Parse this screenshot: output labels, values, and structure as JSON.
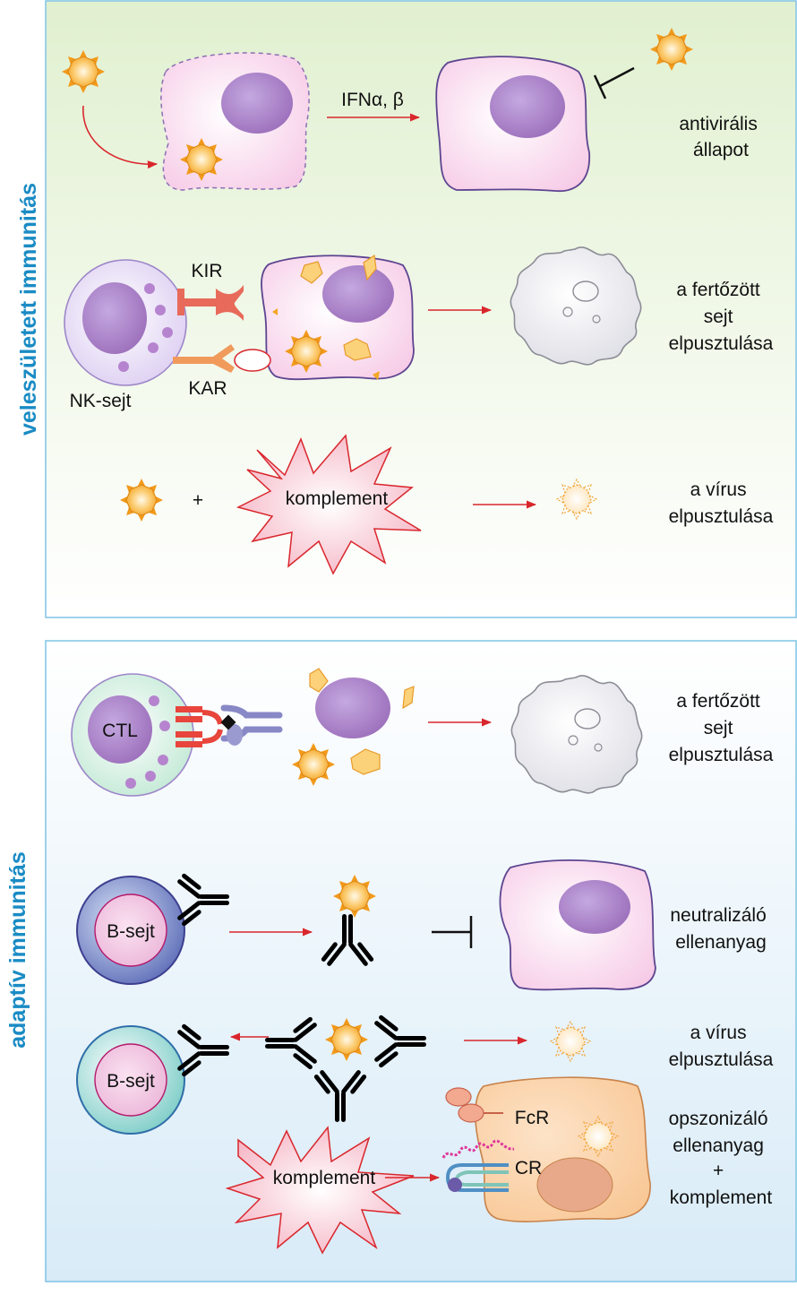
{
  "colors": {
    "innate_panel_top": "#e3f1d4",
    "innate_panel_bottom": "#ffffff",
    "adaptive_panel_top": "#ffffff",
    "adaptive_panel_bottom": "#dcedf7",
    "side_label": "#1a8bc4",
    "arrow": "#d9262c",
    "cell_fill": "#f9d3ec",
    "nucleus": "#a879c4",
    "virus": "#f5a623",
    "complement": "#f9cbd6"
  },
  "innate": {
    "side_label": "veleszületett immunitás",
    "row1": {
      "arrow_label": "IFNα, β",
      "result": [
        "antivirális",
        "állapot"
      ]
    },
    "row2": {
      "kir": "KIR",
      "kar": "KAR",
      "nk_cell": "NK-sejt",
      "result": [
        "a fertőzött",
        "sejt",
        "elpusztulása"
      ]
    },
    "row3": {
      "plus": "+",
      "complement": "komplement",
      "result": [
        "a vírus",
        "elpusztulása"
      ]
    }
  },
  "adaptive": {
    "side_label": "adaptív immunitás",
    "row1": {
      "ctl": "CTL",
      "result": [
        "a fertőzött",
        "sejt",
        "elpusztulása"
      ]
    },
    "row2": {
      "b_cell": "B-sejt",
      "result": [
        "neutralizáló",
        "ellenanyag"
      ]
    },
    "row3": {
      "b_cell": "B-sejt",
      "result": [
        "a vírus",
        "elpusztulása"
      ]
    },
    "row4": {
      "fcr": "FcR",
      "cr": "CR",
      "complement": "komplement",
      "result": [
        "opszonizáló",
        "ellenanyag",
        "+",
        "komplement"
      ]
    }
  }
}
